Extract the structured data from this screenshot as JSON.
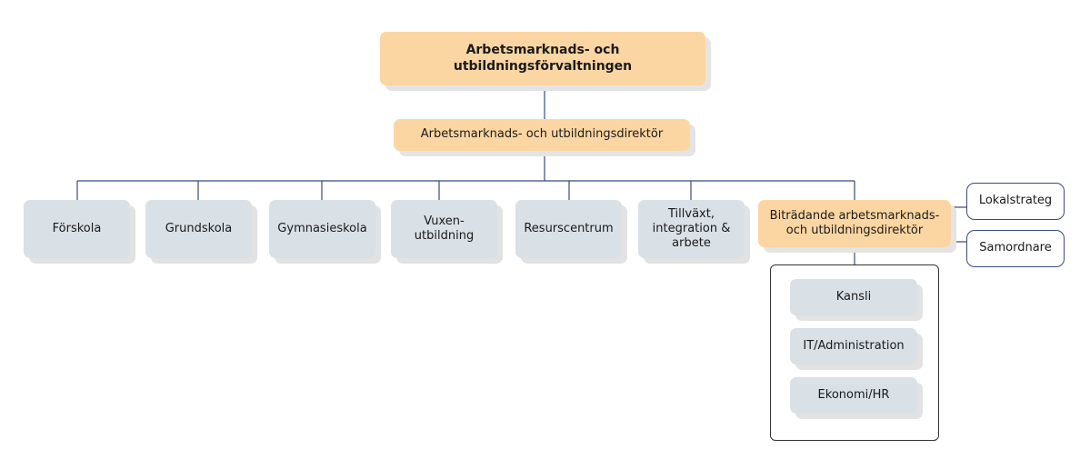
{
  "colors": {
    "accent_orange": "#fcd6a2",
    "unit_grey": "#d9e0e6",
    "connector": "#3a4a80",
    "outline_border": "#3a4a80"
  },
  "org": {
    "root": "Arbetsmarknads- och utbildningsförvaltningen",
    "director": "Arbetsmarknads- och utbildningsdirektör",
    "units": [
      "Förskola",
      "Grundskola",
      "Gymnasieskola",
      "Vuxen-\nutbildning",
      "Resurscentrum",
      "Tillväxt,\nintegration &\narbete"
    ],
    "deputy": "Biträdande arbetsmarknads-\noch utbildningsdirektör",
    "staff": [
      "Lokalstrateg",
      "Samordnare"
    ],
    "support": [
      "Kansli",
      "IT/Administration",
      "Ekonomi/HR"
    ]
  }
}
